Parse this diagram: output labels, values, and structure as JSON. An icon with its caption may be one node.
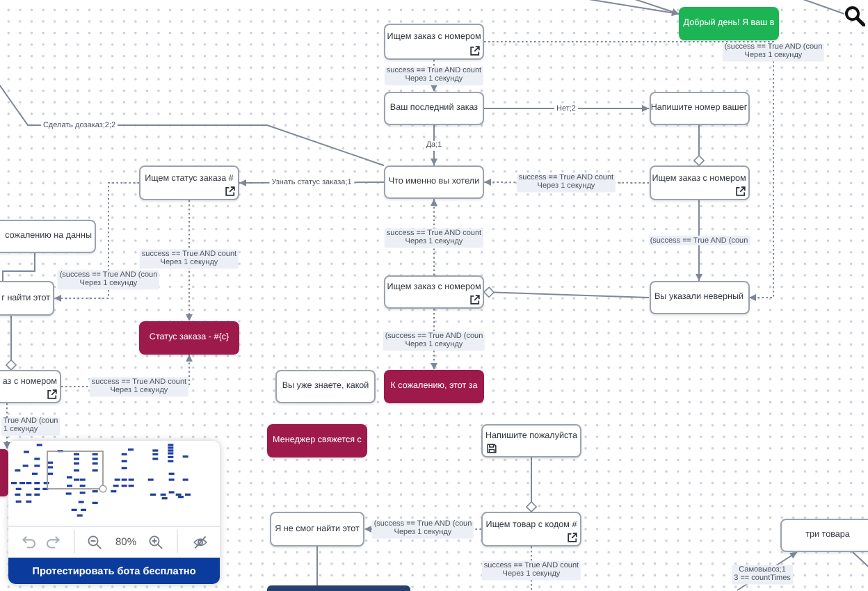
{
  "diagram": {
    "nodes": [
      {
        "text": [
          "Ищем заказ с номером"
        ]
      },
      {
        "text": [
          "Добрый день! Я ваш в"
        ]
      },
      {
        "text": [
          "Ваш последний заказ"
        ]
      },
      {
        "text": [
          "Напишите номер вашег"
        ]
      },
      {
        "text": [
          "Ищем статус заказа #"
        ]
      },
      {
        "text": [
          "Что именно вы хотели"
        ]
      },
      {
        "text": [
          "Ищем заказ с номером"
        ]
      },
      {
        "text": [
          "сожалению на данны"
        ]
      },
      {
        "text": [
          "г найти этот"
        ]
      },
      {
        "text": [
          "Ищем заказ с номером"
        ]
      },
      {
        "text": [
          "Вы указали неверный"
        ]
      },
      {
        "text": [
          "Статус заказа - #{c}"
        ]
      },
      {
        "text": [
          "аз с номером"
        ]
      },
      {
        "text": [
          "Вы уже знаете, какой"
        ]
      },
      {
        "text": [
          "К сожалению, этот за"
        ]
      },
      {
        "text": [
          "Менеджер свяжется с"
        ]
      },
      {
        "text": [
          "Напишите пожалуйста"
        ]
      },
      {
        "text": [],
        "shape": "box"
      },
      {
        "text": [
          "Я не смог найти этот"
        ]
      },
      {
        "text": [
          "Ищем товар с кодом #"
        ]
      },
      {
        "text": [
          "три товара"
        ]
      },
      {
        "text": [],
        "shape": "box"
      }
    ],
    "edges": [
      {
        "from": 0,
        "to": 2,
        "arrow": "to",
        "style": "dashed",
        "label": "success == True AND count Через 1 секунду"
      },
      {
        "from": 0,
        "to": 10,
        "arrow": "to",
        "style": "dashed",
        "label": "(success == True AND (coun Через 1 секунду"
      },
      {
        "from": null,
        "to": 1,
        "arrow": "to"
      },
      {
        "from": null,
        "to": 1,
        "arrow": "to"
      },
      {
        "from": 2,
        "to": 3,
        "arrow": "to",
        "label": "Нет;2"
      },
      {
        "from": 2,
        "to": 5,
        "arrow": "to",
        "label": "Да;1"
      },
      {
        "from": 5,
        "to": null,
        "arrow": "none",
        "label": "Сделать дозаказ;2;2"
      },
      {
        "from": 5,
        "to": 4,
        "arrow": "to",
        "label": "Узнать статус заказа;1"
      },
      {
        "from": 6,
        "to": 5,
        "arrow": "to",
        "style": "dashed",
        "label": "success == True AND count Через 1 секунду"
      },
      {
        "from": 3,
        "to": 6,
        "arrow": "other"
      },
      {
        "from": 6,
        "to": 10,
        "arrow": "to",
        "label": "(success == True AND (coun"
      },
      {
        "from": 4,
        "to": 11,
        "arrow": "to",
        "style": "dashed",
        "label": "success == True AND count Через 1 секунду"
      },
      {
        "from": 4,
        "to": 8,
        "arrow": "to",
        "style": "dashed",
        "label": "(success == True AND (coun Через 1 секунду"
      },
      {
        "from": 7,
        "to": 8,
        "arrow": "none"
      },
      {
        "from": 9,
        "to": 5,
        "arrow": "to",
        "style": "dashed",
        "label": "success == True AND count Через 1 секунду"
      },
      {
        "from": 10,
        "to": 9,
        "arrow": "other"
      },
      {
        "from": 8,
        "to": 12,
        "arrow": "other"
      },
      {
        "from": 12,
        "to": 11,
        "arrow": "to",
        "style": "dashed",
        "label": "success == True AND count Через 1 секунду"
      },
      {
        "from": 12,
        "to": 17,
        "arrow": "to",
        "style": "dashed",
        "label": "True AND (coun 1 секунду"
      },
      {
        "from": 9,
        "to": 14,
        "arrow": "to",
        "style": "dashed",
        "label": "(success == True AND (coun Через 1 секунду"
      },
      {
        "from": 16,
        "to": 19,
        "arrow": "other"
      },
      {
        "from": 19,
        "to": 18,
        "arrow": "to",
        "style": "dashed",
        "label": "(success == True AND (coun Через 1 секунду"
      },
      {
        "from": 19,
        "to": null,
        "arrow": "none",
        "style": "dashed",
        "label": "success == True AND count Через 1 секунду"
      },
      {
        "from": 18,
        "to": 21,
        "arrow": "none"
      },
      {
        "from": null,
        "to": 20,
        "arrow": "to",
        "label": "Самовывоз;1 3 == countTimes"
      },
      {
        "from": 20,
        "to": null,
        "arrow": "none"
      }
    ],
    "labels": [
      "80%",
      "Протестировать бота бесплатно"
    ]
  }
}
